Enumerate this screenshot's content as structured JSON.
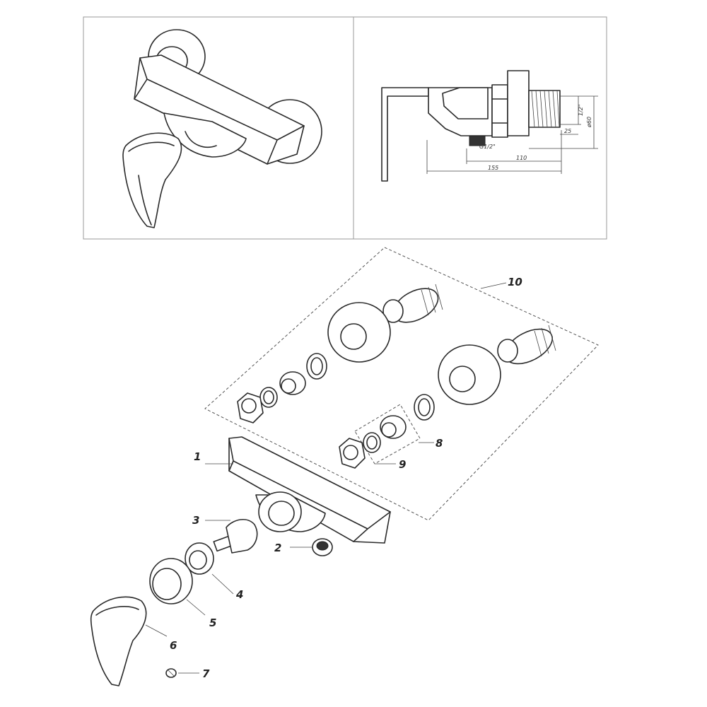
{
  "dimensions": {
    "d1": "1/2\"",
    "d2": "ø60",
    "d3": "25",
    "d4": "G1/2\"",
    "d5": "110",
    "d6": "155"
  },
  "callouts": {
    "c1": "1",
    "c2": "2",
    "c3": "3",
    "c4": "4",
    "c5": "5",
    "c6": "6",
    "c7": "7",
    "c8": "8",
    "c9": "9",
    "c10": "10"
  }
}
